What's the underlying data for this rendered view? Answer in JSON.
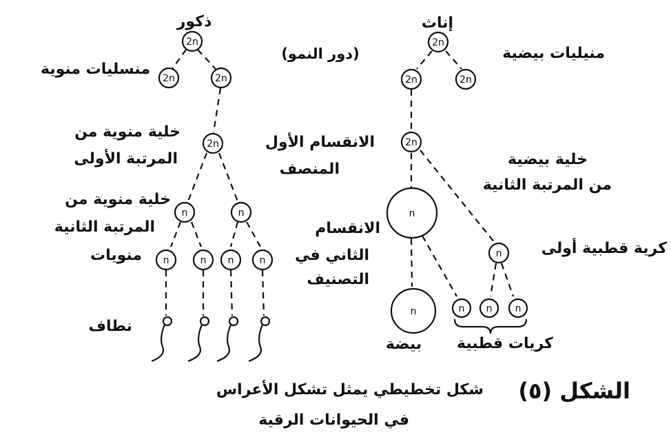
{
  "males": {
    "header": "ذكور",
    "spermatogonia": "منسليات منوية",
    "primary_spermatocyte": [
      "خلية منوية من",
      "المرتبة الأولى"
    ],
    "secondary_spermatocyte": [
      "خلية منوية من",
      "المرتبة الثانية"
    ],
    "spermatids": "منويات",
    "sperm": "نطاف"
  },
  "females": {
    "header": "إناث",
    "oogonia": "منيليات بيضية",
    "growth_phase": "(دور النمو)",
    "first_meiosis": [
      "الانقسام الأول",
      "المنصف"
    ],
    "secondary_oocyte": [
      "خلية بيضية",
      "من المرتبة الثانية"
    ],
    "second_meiosis": [
      "الانقسام",
      "الثاني في",
      "التصنيف"
    ],
    "first_polar_body": "كرية قطبية أولى",
    "ovum": "بيضة",
    "polar_bodies": "كريات قطبية"
  },
  "node_labels": {
    "diploid": "2n",
    "haploid": "n"
  },
  "caption": {
    "figure_label": "الشكل (٥)",
    "line1": "شكل تخطيطي يمثل تشكل الأعراس",
    "line2": "في الحيوانات الرقية"
  }
}
